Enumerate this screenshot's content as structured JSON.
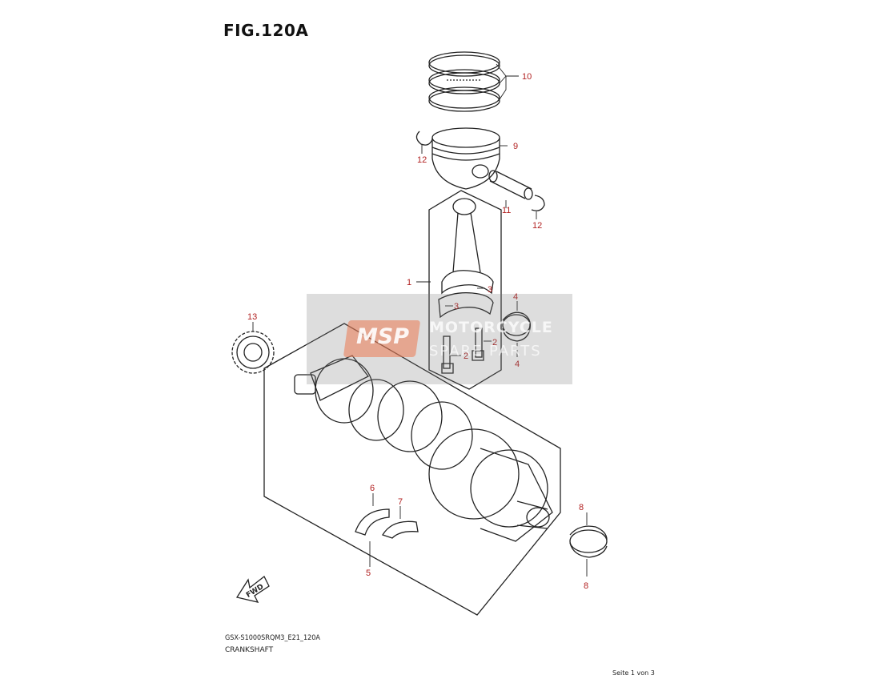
{
  "figure": {
    "title": "FIG.120A"
  },
  "footer": {
    "model_code": "GSX-S1000SRQM3_E21_120A",
    "section_name": "CRANKSHAFT",
    "page": "Seite 1 von 3"
  },
  "watermark": {
    "badge": "MSP",
    "line1": "MOTORCYCLE",
    "line2": "SPARE PARTS"
  },
  "fwd_label": "FWD",
  "callouts": {
    "c10": "10",
    "c9": "9",
    "c12a": "12",
    "c11": "11",
    "c12b": "12",
    "c1": "1",
    "c3a": "3",
    "c3b": "3",
    "c4a": "4",
    "c4b": "4",
    "c2a": "2",
    "c2b": "2",
    "c13": "13",
    "c6": "6",
    "c7": "7",
    "c5": "5",
    "c8a": "8",
    "c8b": "8"
  },
  "colors": {
    "callout": "#b22222",
    "line": "#222222",
    "watermark_accent": "#eb7850"
  }
}
